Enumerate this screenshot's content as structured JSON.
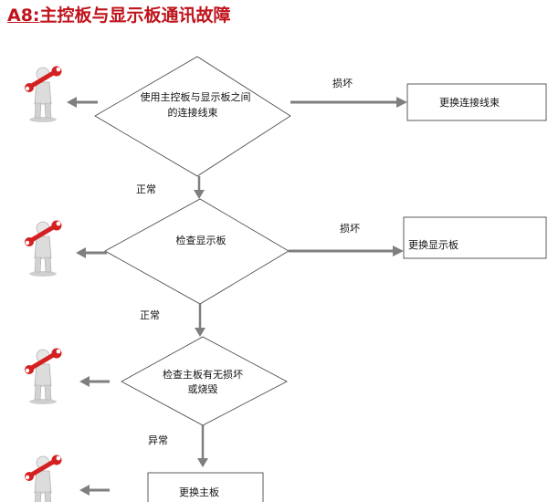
{
  "title": {
    "code": "A8:",
    "text": "主控板与显示板通讯故障"
  },
  "flowchart": {
    "decisions": [
      {
        "lines": [
          "使用主控板与显示板之间",
          "的连接线束"
        ]
      },
      {
        "lines": [
          "检查显示板"
        ]
      },
      {
        "lines": [
          "检查主板有无损坏",
          "或烧毁"
        ]
      }
    ],
    "actions": [
      {
        "text": "更换连接线束"
      },
      {
        "text": "更换显示板"
      },
      {
        "text": "更换主板"
      }
    ],
    "edge_labels": {
      "d1_yes": "损坏",
      "d1_down": "正常",
      "d2_yes": "损坏",
      "d2_down": "正常",
      "d3_down": "异常"
    },
    "icon": "repairman-wrench-icon",
    "colors": {
      "title": "#c0141c",
      "arrow": "#7f7f7f",
      "wrench": "#d42020",
      "figure": "#d9d9d9"
    }
  }
}
